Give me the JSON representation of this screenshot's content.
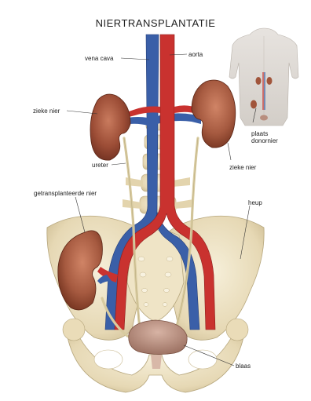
{
  "title": "NIERTRANSPLANTATIE",
  "labels": {
    "vena_cava": "vena cava",
    "aorta": "aorta",
    "zieke_nier_left": "zieke nier",
    "plaats_donornier": "plaats\ndonornier",
    "zieke_nier_right": "zieke nier",
    "ureter": "ureter",
    "getransplanteerde_nier": "getransplanteerde nier",
    "heup": "heup",
    "blaas": "blaas"
  },
  "colors": {
    "artery": "#c9322f",
    "vein": "#3a5fa8",
    "kidney": "#a0533b",
    "bone": "#ece1c3",
    "bladder": "#b88e7e",
    "ureter": "#d8cba0"
  }
}
